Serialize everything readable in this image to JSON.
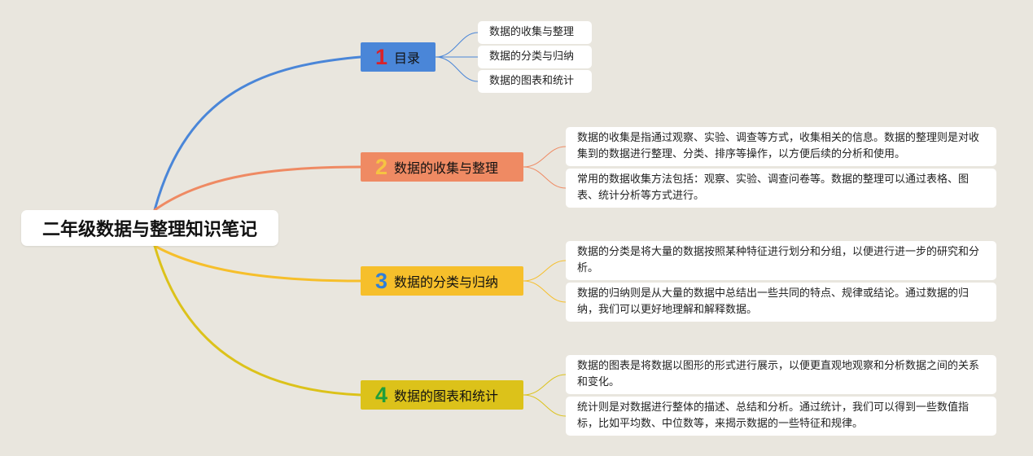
{
  "root": {
    "title": "二年级数据与整理知识笔记"
  },
  "branches": [
    {
      "num": "1",
      "label": "目录",
      "color": "#4a86d8",
      "num_color": "#d8232a",
      "leaves": [
        "数据的收集与整理",
        "数据的分类与归纳",
        "数据的图表和统计"
      ]
    },
    {
      "num": "2",
      "label": "数据的收集与整理",
      "color": "#ef8a63",
      "num_color": "#f6c342",
      "leaves": [
        "数据的收集是指通过观察、实验、调查等方式，收集相关的信息。数据的整理则是对收集到的数据进行整理、分类、排序等操作，以方便后续的分析和使用。",
        "常用的数据收集方法包括：观察、实验、调查问卷等。数据的整理可以通过表格、图表、统计分析等方式进行。"
      ]
    },
    {
      "num": "3",
      "label": "数据的分类与归纳",
      "color": "#f6bf2b",
      "num_color": "#2f7ed8",
      "leaves": [
        "数据的分类是将大量的数据按照某种特征进行划分和分组，以便进行进一步的研究和分析。",
        "数据的归纳则是从大量的数据中总结出一些共同的特点、规律或结论。通过数据的归纳，我们可以更好地理解和解释数据。"
      ]
    },
    {
      "num": "4",
      "label": "数据的图表和统计",
      "color": "#dcc21a",
      "num_color": "#1f9e3a",
      "leaves": [
        "数据的图表是将数据以图形的形式进行展示，以便更直观地观察和分析数据之间的关系和变化。",
        "统计则是对数据进行整体的描述、总结和分析。通过统计，我们可以得到一些数值指标，比如平均数、中位数等，来揭示数据的一些特征和规律。"
      ]
    }
  ]
}
